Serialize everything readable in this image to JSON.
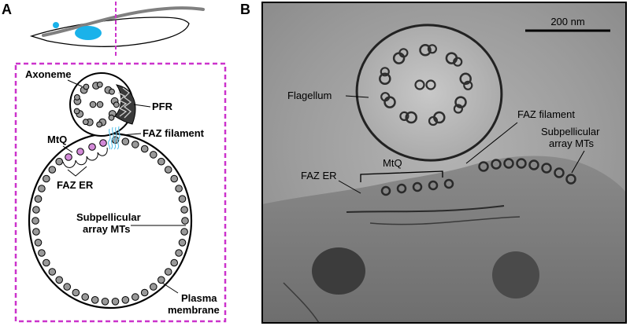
{
  "panel_a": {
    "letter": "A",
    "labels": {
      "axoneme": "Axoneme",
      "pfr": "PFR",
      "faz_filament": "FAZ filament",
      "mtq": "MtQ",
      "faz_er": "FAZ ER",
      "subpellicular_1": "Subpellicular",
      "subpellicular_2": "array MTs",
      "plasma_1": "Plasma",
      "plasma_2": "membrane"
    },
    "colors": {
      "frame": "#cc33cc",
      "cell_gray": "#808080",
      "nucleus": "#1ab2ea",
      "microtubule": "#999999",
      "mtq_fill": "#d38ad8",
      "faz_fibers": "#5bc3ea"
    }
  },
  "panel_b": {
    "letter": "B",
    "scale_bar": "200 nm",
    "labels": {
      "flagellum": "Flagellum",
      "faz_filament": "FAZ filament",
      "subpellicular_1": "Subpellicular",
      "subpellicular_2": "array MTs",
      "mtq": "MtQ",
      "faz_er": "FAZ ER"
    }
  }
}
